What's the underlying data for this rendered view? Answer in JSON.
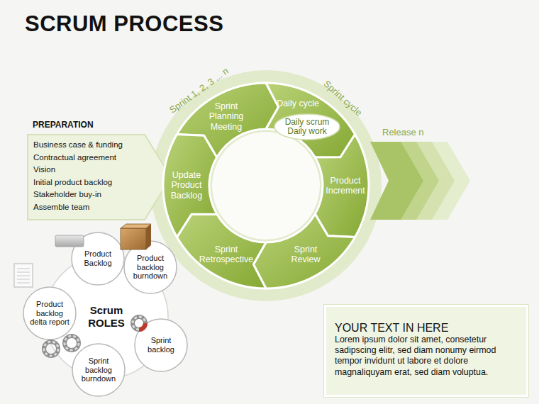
{
  "diagram": {
    "title": "SCRUM PROCESS",
    "nodes": [
      {
        "text": [
          "PREPARATION",
          "Business case & funding",
          "Contractual agreement",
          "Vision",
          "Initial product backlog",
          "Stakeholder buy-in",
          "Assemble team"
        ]
      },
      {
        "text": [
          "Sprint Planning Meeting"
        ]
      },
      {
        "text": [
          "Daily cycle"
        ]
      },
      {
        "text": [
          "Daily scrum Daily work"
        ],
        "in": 2
      },
      {
        "text": [
          "Product Increment"
        ]
      },
      {
        "text": [
          "Sprint Review"
        ]
      },
      {
        "text": [
          "Sprint Retrospective"
        ]
      },
      {
        "text": [
          "Update Product Backlog"
        ]
      },
      {
        "text": [
          "Release n"
        ]
      },
      {
        "text": [
          "Scrum ROLES"
        ]
      },
      {
        "text": [
          "Product Backlog"
        ]
      },
      {
        "text": [
          "Product backlog burndown"
        ]
      },
      {
        "text": [
          "Sprint backlog"
        ]
      },
      {
        "text": [
          "Sprint backlog burndown"
        ]
      },
      {
        "text": [
          "Product backlog delta report"
        ]
      },
      {
        "text": [
          "YOUR TEXT IN HERE",
          "Lorem ipsum dolor sit amet, consetetur sadipscing elitr, sed diam nonumy eirmod tempor invidunt ut labore et dolore magnaliquyam erat, sed diam voluptua."
        ]
      }
    ],
    "labels": [
      "Sprint 1, 2, 3 ... n",
      "Sprint cycle"
    ]
  }
}
